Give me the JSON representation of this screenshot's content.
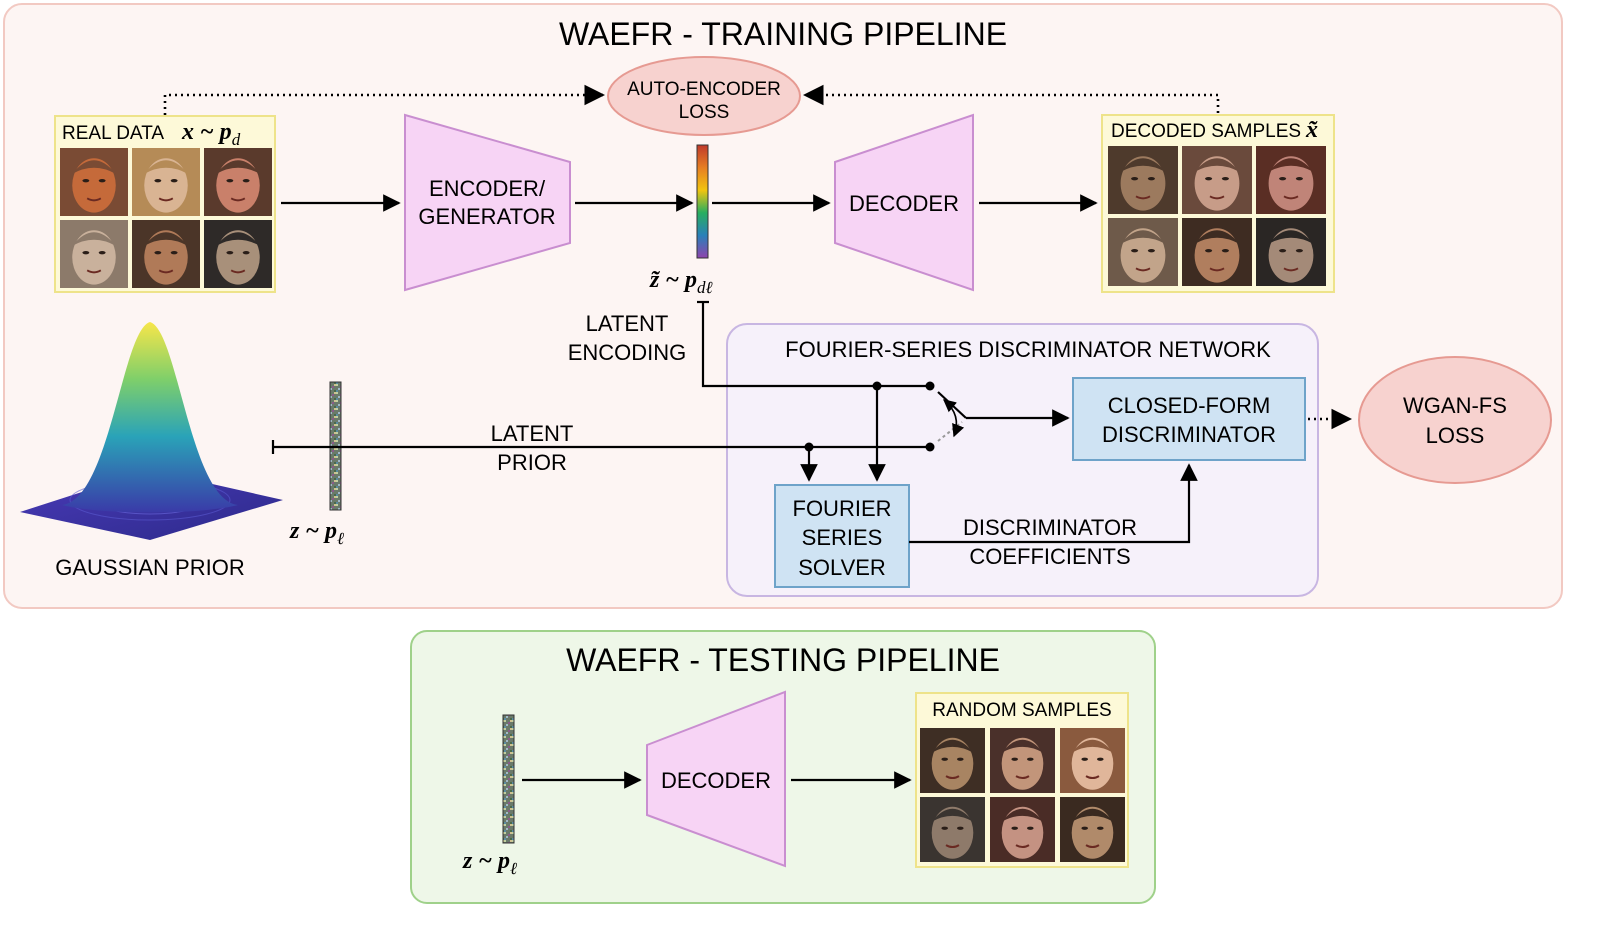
{
  "colors": {
    "training_panel_bg": "#fdf5f3",
    "training_panel_border": "#f2c9c2",
    "testing_panel_bg": "#eef7e8",
    "testing_panel_border": "#9fd18a",
    "network_panel_bg": "#f6f1fa",
    "network_panel_border": "#c8b6e2",
    "trapezoid_fill": "#f7d4f5",
    "trapezoid_stroke": "#c98ed0",
    "loss_ellipse_fill": "#f7d2cf",
    "loss_ellipse_stroke": "#e69a92",
    "block_fill": "#cfe3f3",
    "block_stroke": "#6ea3c9",
    "sample_frame_fill": "#fdf9d8",
    "sample_frame_stroke": "#eee38a"
  },
  "training": {
    "title": "WAEFR - TRAINING PIPELINE",
    "real_data": {
      "label": "REAL DATA",
      "math": "x ~ p",
      "math_sub": "d"
    },
    "encoder": {
      "line1": "ENCODER/",
      "line2": "GENERATOR"
    },
    "decoder": "DECODER",
    "decoded_samples": {
      "label": "DECODED SAMPLES",
      "math": "x̃"
    },
    "autoencoder_loss": {
      "line1": "AUTO-ENCODER",
      "line2": "LOSS"
    },
    "latent_code": {
      "math": "z̃ ~ p",
      "math_sub": "dℓ"
    },
    "latent_encoding": {
      "line1": "LATENT",
      "line2": "ENCODING"
    },
    "latent_prior": {
      "line1": "LATENT",
      "line2": "PRIOR"
    },
    "gaussian_prior": "GAUSSIAN PRIOR",
    "prior_sample": {
      "math": "z ~ p",
      "math_sub": "ℓ"
    },
    "discriminator_network": {
      "title": "FOURIER-SERIES DISCRIMINATOR NETWORK",
      "closed_form": {
        "line1": "CLOSED-FORM",
        "line2": "DISCRIMINATOR"
      },
      "solver": {
        "line1": "FOURIER",
        "line2": "SERIES",
        "line3": "SOLVER"
      },
      "coefficients": {
        "line1": "DISCRIMINATOR",
        "line2": "COEFFICIENTS"
      }
    },
    "wgan_loss": {
      "line1": "WGAN-FS",
      "line2": "LOSS"
    }
  },
  "testing": {
    "title": "WAEFR - TESTING PIPELINE",
    "decoder": "DECODER",
    "random_samples": "RANDOM SAMPLES",
    "prior_sample": {
      "math": "z ~ p",
      "math_sub": "ℓ"
    }
  },
  "face_palettes": {
    "real": [
      [
        "#c56a3a",
        "#7a4b34"
      ],
      [
        "#d9b493",
        "#b58b57"
      ],
      [
        "#c9806a",
        "#5a3a2c"
      ],
      [
        "#c9b19c",
        "#8c7a6a"
      ],
      [
        "#b07a58",
        "#4b3528"
      ],
      [
        "#a8907a",
        "#2e2a28"
      ]
    ],
    "decoded": [
      [
        "#9c7a5e",
        "#4e3a2c"
      ],
      [
        "#c79c88",
        "#6a4a3c"
      ],
      [
        "#c08478",
        "#5a2e24"
      ],
      [
        "#c2a48a",
        "#6e5a4a"
      ],
      [
        "#b07e5e",
        "#3e2c22"
      ],
      [
        "#a48a78",
        "#2a2624"
      ]
    ],
    "random": [
      [
        "#a88462",
        "#3e2e24"
      ],
      [
        "#c2957a",
        "#4a302a"
      ],
      [
        "#e0b69a",
        "#8a5a3e"
      ],
      [
        "#8e7a6a",
        "#3a3430"
      ],
      [
        "#c49282",
        "#4a2c26"
      ],
      [
        "#b08a6a",
        "#3a2a20"
      ]
    ]
  }
}
